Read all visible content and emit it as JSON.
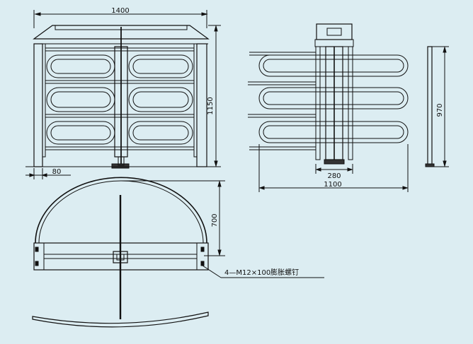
{
  "front_view": {
    "width_label": "1400",
    "height_label": "1150",
    "post_label": "80"
  },
  "side_view": {
    "width_label": "1100",
    "center_label": "280",
    "height_label": "970"
  },
  "plan_view": {
    "depth_label": "700",
    "anchor_note": "4—M12×100膨胀螺钉"
  },
  "colors": {
    "background": "#dcedf2",
    "line": "#111111"
  }
}
